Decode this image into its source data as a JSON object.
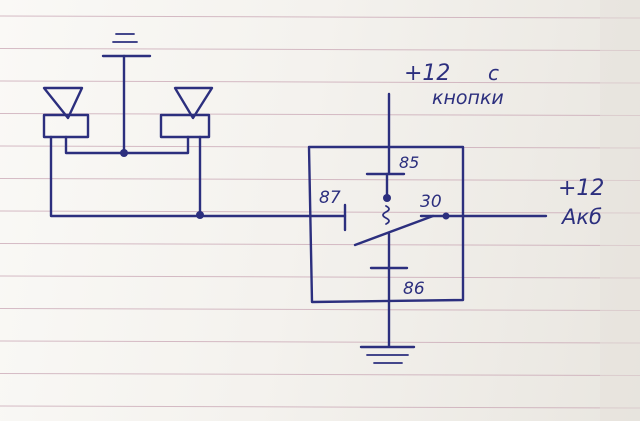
{
  "diagram": {
    "paper_line_color": "#c9a6b4",
    "ink_color": "#2c2f7e",
    "labels": {
      "button_plus": "+12",
      "button_from": "с",
      "button_name": "кнопки",
      "battery_plus": "+12",
      "battery_name": "Акб",
      "pin_85": "85",
      "pin_86": "86",
      "pin_87": "87",
      "pin_30": "30"
    }
  }
}
